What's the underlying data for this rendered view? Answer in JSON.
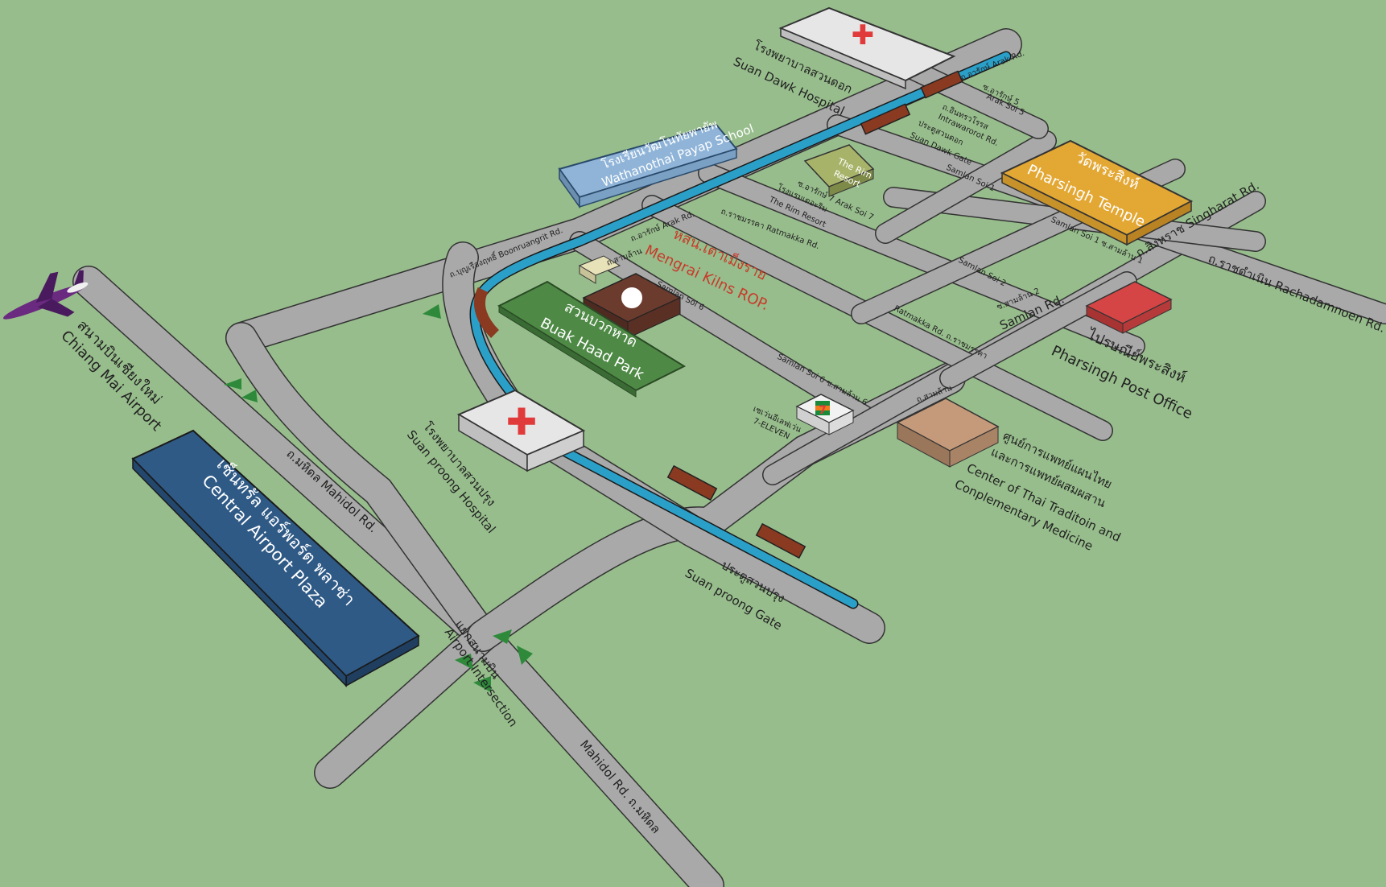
{
  "map": {
    "colors": {
      "background": "#97bd8c",
      "road": "#a9a9a9",
      "canal": "#2aa0c8",
      "bridge": "#8a3a20",
      "park": "#4e8a45",
      "temple": "#e3a733",
      "post_office": "#d64545",
      "central_plaza": "#2f5a86",
      "school": "#8fb4d8",
      "rim_resort": "#a8b36a",
      "thai_medicine_center": "#c49a7a",
      "mengrai_kilns": "#6b3b2e",
      "label_red": "#c83a2a"
    },
    "landmarks": {
      "suan_dawk_hospital": {
        "th": "โรงพยาบาลสวนดอก",
        "en": "Suan Dawk Hospital",
        "icon": "red-cross-icon"
      },
      "wathanothai_school": {
        "th": "โรงเรียนวัฒโนทัยพายัพ",
        "en": "Wathanothai Payap School"
      },
      "rim_resort_building": {
        "label1": "The Rim",
        "label2": "Resort"
      },
      "rim_resort": {
        "th": "โรงแรมเดอะริม",
        "en": "The Rim Resort"
      },
      "suan_dawk_gate": {
        "th": "ประตูสวนดอก",
        "en": "Suan Dawk Gate"
      },
      "pharsingh_temple": {
        "th": "วัดพระสิงห์",
        "en": "Pharsingh Temple"
      },
      "post_office": {
        "th": "ไปรษณีย์พระสิงห์",
        "en": "Pharsingh Post Office"
      },
      "mengrai_kilns": {
        "th": "หสน.เตาเม็งราย",
        "en": "Mengrai Kilns ROP."
      },
      "buak_haad_park": {
        "th": "สวนบวกหาด",
        "en": "Buak Haad Park"
      },
      "seven_eleven": {
        "th": "เซเว่นอีเลฟเว่น",
        "en": "7-ELEVEN",
        "icon": "seven-eleven-icon"
      },
      "thai_medicine_center": {
        "th1": "ศูนย์การแพทย์แผนไทย",
        "th2": "และการแพทย์ผสมผสาน",
        "en1": "Center of Thai Traditoin and",
        "en2": "Conplementary Medicine"
      },
      "suan_proong_hospital": {
        "th": "โรงพยาบาลสวนปรุง",
        "en": "Suan proong Hospital",
        "icon": "red-cross-icon"
      },
      "suan_proong_gate": {
        "th": "ประตูสวนปรุง",
        "en": "Suan proong Gate"
      },
      "central_airport_plaza": {
        "th": "เซ็นทรัล แอร์พอร์ต พลาซ่า",
        "en": "Central Airport Plaza"
      },
      "chiang_mai_airport": {
        "th": "สนามบินเชียงใหม่",
        "en": "Chiang Mai Airport",
        "icon": "airplane-icon"
      },
      "airport_intersection": {
        "th": "แยกสนามบิน",
        "en": "Airport Intersection"
      }
    },
    "roads": {
      "boonruangrit": "ถ.บุญเรืองฤทธิ์  Boonruangrit Rd.",
      "mahidol_upper": "ถ.มหิดล  Mahidol Rd.",
      "mahidol_lower": "Mahidol Rd.   ถ.มหิดล",
      "samlan_left": "ถ.สามล้าน",
      "samlan_right": "ถ.สามล้าน",
      "samlan_soi6_a": "Samlan Soi 6",
      "samlan_soi6_b": "Samlan Soi 6  ซ.สามล้าน 6",
      "samlan_soi2": "Samlan Soi 2",
      "samlan_soi2_th": "ซ.สามล้าน 2",
      "samlan_rd": "Samlan Rd.",
      "samlan_soi1": "Samlan Soi 1",
      "samlan_soi1_th": "Samlan Soi 1  ซ.สามล้าน 1",
      "ratmakka_a": "ถ.ราชมรรคา  Ratmakka Rd.",
      "ratmakka_b": "Ratmakka Rd.  ถ.ราชมรรคา",
      "arak_rd_a": "ถ.อารักษ์  Arak Rd.",
      "arak_soi7": "ซ.อารักษ์ 7  Arak Soi 7",
      "arak_soi5_th": "ซ.อารักษ์ 5",
      "arak_soi5_en": "Arak Soi 5",
      "arak_rd_b": "ถ.อารักษ์  Arak Rd.",
      "intrawarorot_th": "ถ.อินทรวโรรส",
      "intrawarorot_en": "Intrawarorot Rd.",
      "singharat": "ถ.สิงหราช  Singharat Rd.",
      "rachadamnoen": "ถ.ราชดำเนิน  Rachadamnoen Rd."
    }
  }
}
